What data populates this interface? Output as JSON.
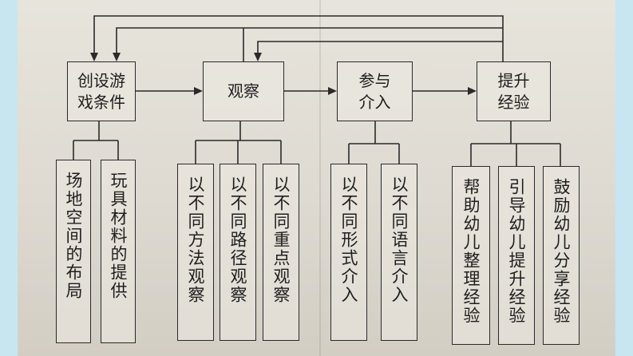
{
  "top_nodes": [
    {
      "id": "create",
      "lines": [
        "创设游",
        "戏条件"
      ]
    },
    {
      "id": "observe",
      "lines": [
        "观察"
      ]
    },
    {
      "id": "intervene",
      "lines": [
        "参与",
        "介入"
      ]
    },
    {
      "id": "improve",
      "lines": [
        "提升",
        "经验"
      ]
    }
  ],
  "sub_nodes": {
    "create": [
      "场地空间的布局",
      "玩具材料的提供"
    ],
    "observe": [
      "以不同方法观察",
      "以不同路径观察",
      "以不同重点观察"
    ],
    "intervene": [
      "以不同形式介入",
      "以不同语言介入"
    ],
    "improve": [
      "帮助幼儿整理经验",
      "引导幼儿提升经验",
      "鼓励幼儿分享经验"
    ]
  }
}
